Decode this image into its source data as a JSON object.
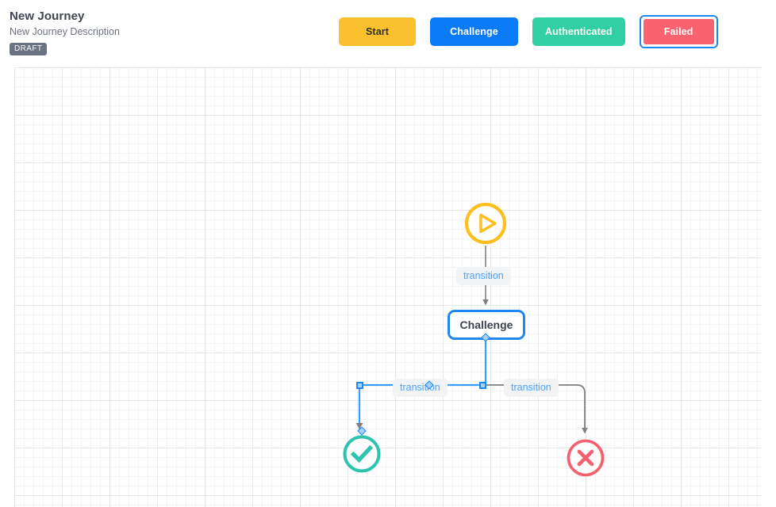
{
  "header": {
    "title": "New Journey",
    "description": "New Journey Description",
    "status_badge": "DRAFT",
    "state_buttons": [
      {
        "label": "Start",
        "name": "state-button-start",
        "color": "#fbc02d",
        "text_color": "#2f2f2f",
        "focused": false
      },
      {
        "label": "Challenge",
        "name": "state-button-challenge",
        "color": "#0b7bf7",
        "text_color": "#ffffff",
        "focused": false
      },
      {
        "label": "Authenticated",
        "name": "state-button-authenticated",
        "color": "#32cfa5",
        "text_color": "#ffffff",
        "focused": false
      },
      {
        "label": "Failed",
        "name": "state-button-failed",
        "color": "#f9626e",
        "text_color": "#ffffff",
        "focused": true
      }
    ]
  },
  "canvas": {
    "grid_visible": true,
    "grid_minor_color": "#f2f3f4",
    "grid_major_color": "#e6e7e9",
    "nodes": [
      {
        "id": "start",
        "type": "start-node",
        "icon": "play-circle-icon",
        "label": "",
        "color": "#fcbf1e"
      },
      {
        "id": "challenge",
        "type": "state-node",
        "icon": "",
        "label": "Challenge",
        "color": "#1e88f0"
      },
      {
        "id": "authenticated",
        "type": "success-end-node",
        "icon": "check-circle-icon",
        "label": "",
        "color": "#2ec4b0"
      },
      {
        "id": "failed",
        "type": "failure-end-node",
        "icon": "x-circle-icon",
        "label": "",
        "color": "#f4616e"
      }
    ],
    "edges": [
      {
        "id": "e1",
        "label": "transition",
        "from": "start",
        "to": "challenge",
        "selected": false,
        "color": "#808080"
      },
      {
        "id": "e2",
        "label": "transition",
        "from": "challenge",
        "to": "authenticated",
        "selected": true,
        "color": "#3b9cfb"
      },
      {
        "id": "e3",
        "label": "transition",
        "from": "challenge",
        "to": "failed",
        "selected": false,
        "color": "#808080"
      }
    ]
  }
}
